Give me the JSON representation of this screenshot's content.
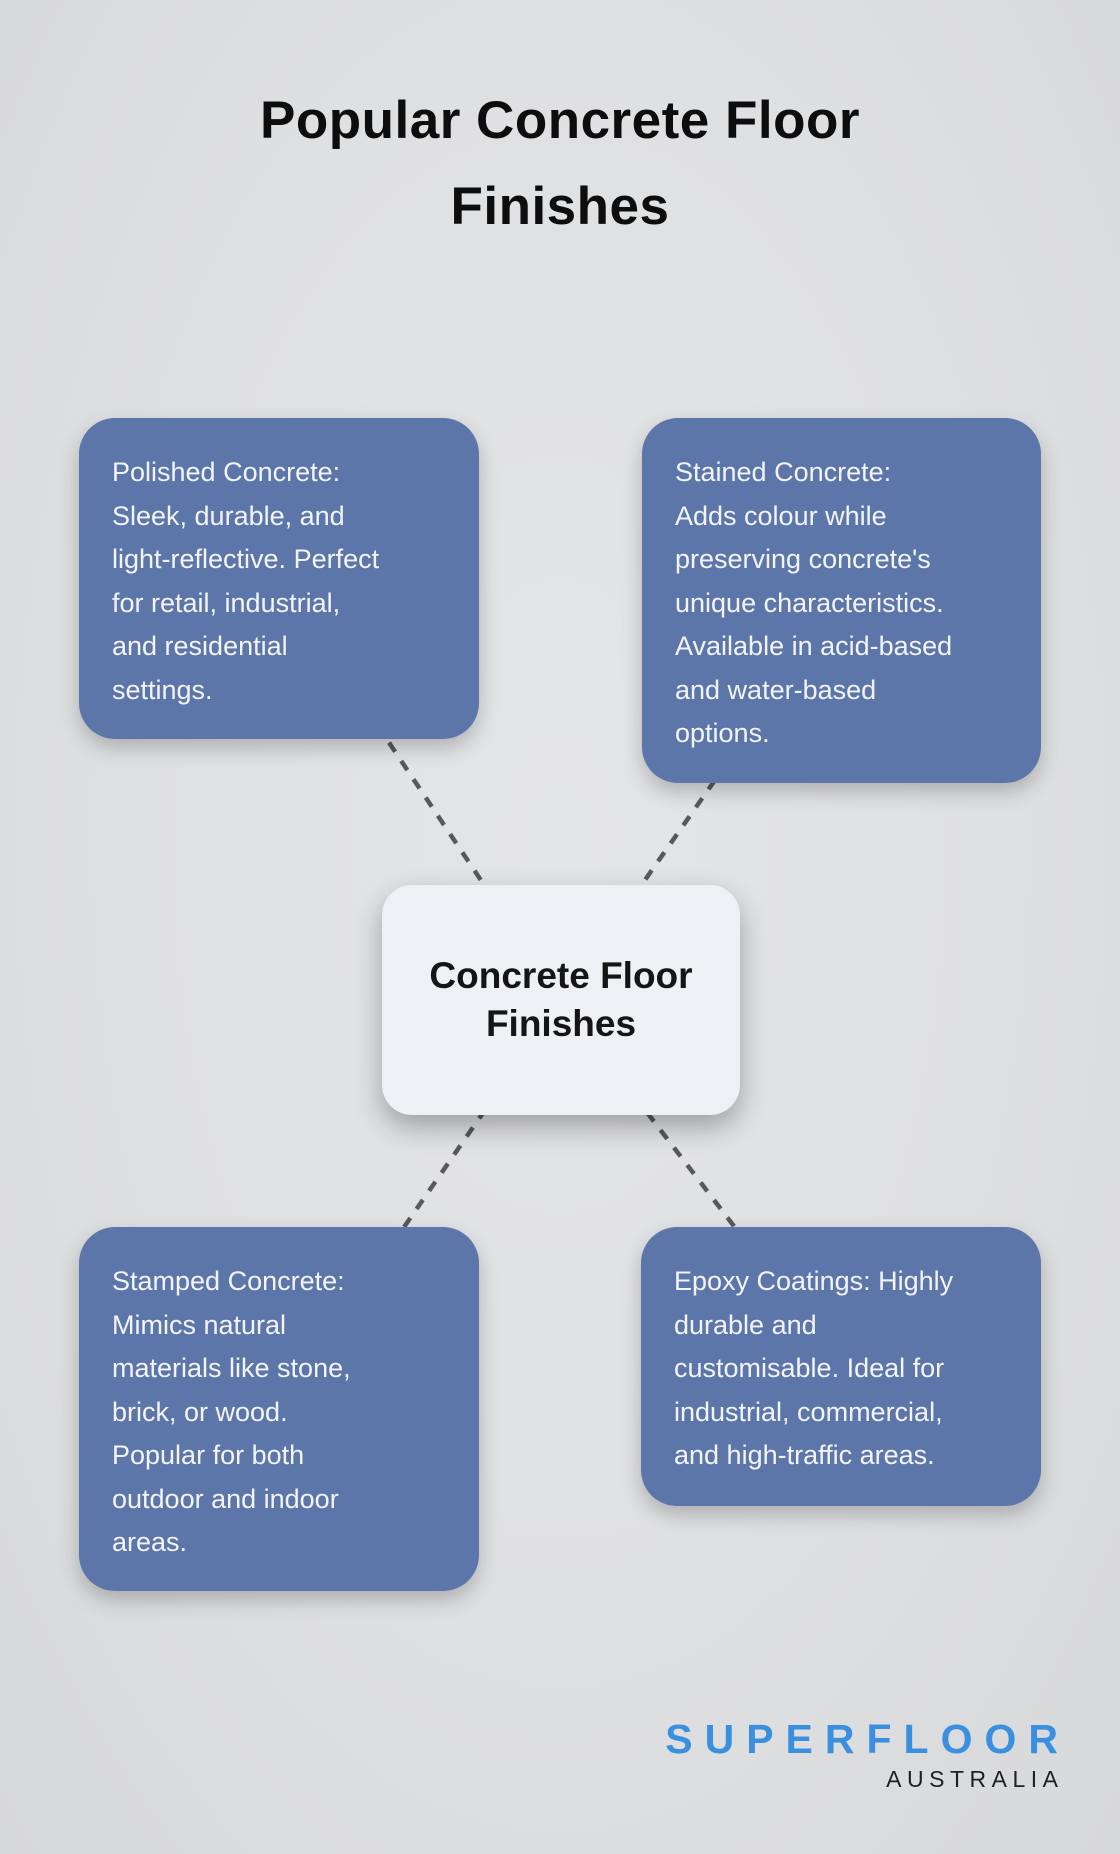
{
  "title": "Popular Concrete Floor\nFinishes",
  "center_node": {
    "label": "Concrete Floor\nFinishes"
  },
  "nodes": [
    {
      "id": "polished-concrete",
      "position": "top-left",
      "text": "Polished Concrete:\nSleek, durable, and\nlight-reflective. Perfect\nfor retail, industrial,\nand residential\nsettings."
    },
    {
      "id": "stained-concrete",
      "position": "top-right",
      "text": "Stained Concrete:\nAdds colour while\npreserving concrete's\nunique characteristics.\nAvailable in acid-based\nand water-based\noptions."
    },
    {
      "id": "stamped-concrete",
      "position": "bottom-left",
      "text": "Stamped Concrete:\nMimics natural\nmaterials like stone,\nbrick, or wood.\nPopular for both\noutdoor and indoor\nareas."
    },
    {
      "id": "epoxy-coatings",
      "position": "bottom-right",
      "text": "Epoxy Coatings: Highly\ndurable and\ncustomisable. Ideal for\nindustrial, commercial,\nand high-traffic areas."
    }
  ],
  "logo": {
    "brand": "SUPERFLOOR",
    "country": "AUSTRALIA"
  },
  "colors": {
    "background": "#dfe0e2",
    "node_fill": "#5d76a9",
    "node_text": "#f2f4f7",
    "center_fill": "#eef0f3",
    "center_text": "#151515",
    "title_text": "#0d0d0d",
    "connector": "#58595b",
    "logo_blue": "#3a90de",
    "logo_dark": "#1e2124"
  }
}
